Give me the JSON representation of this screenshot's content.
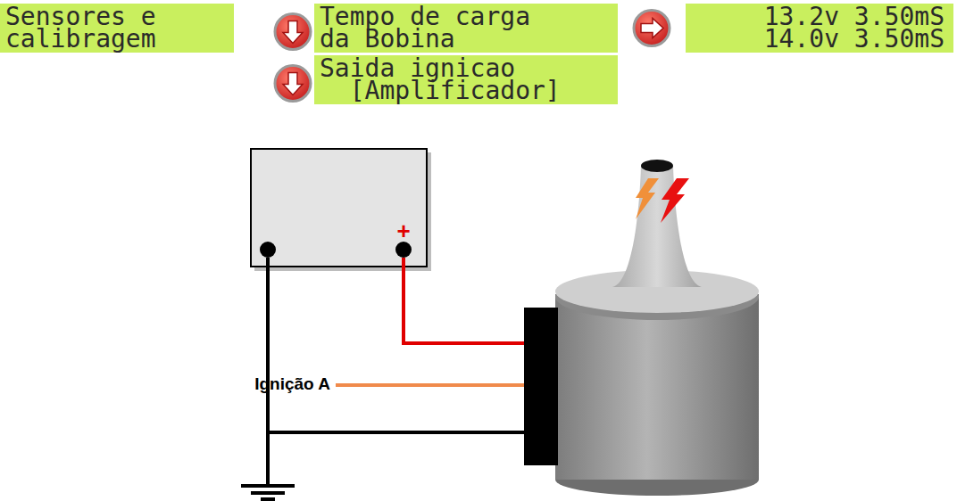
{
  "diagram": {
    "nodes": [
      {
        "text": [
          "Sensores e calibragem"
        ]
      },
      {
        "text": [
          "Tempo de carga da Bobina"
        ]
      },
      {
        "text": [
          "13.2v 3.50mS",
          "14.0v 3.50mS"
        ]
      },
      {
        "text": [
          "Saida ignicao [Amplificador]"
        ]
      }
    ],
    "edges": [
      {
        "from": 0,
        "to": 1,
        "arrow": "to"
      },
      {
        "from": 1,
        "to": 2,
        "arrow": "to"
      },
      {
        "from": 1,
        "to": 3,
        "arrow": "to"
      }
    ],
    "labels": [
      "+",
      "Ignição A"
    ]
  }
}
